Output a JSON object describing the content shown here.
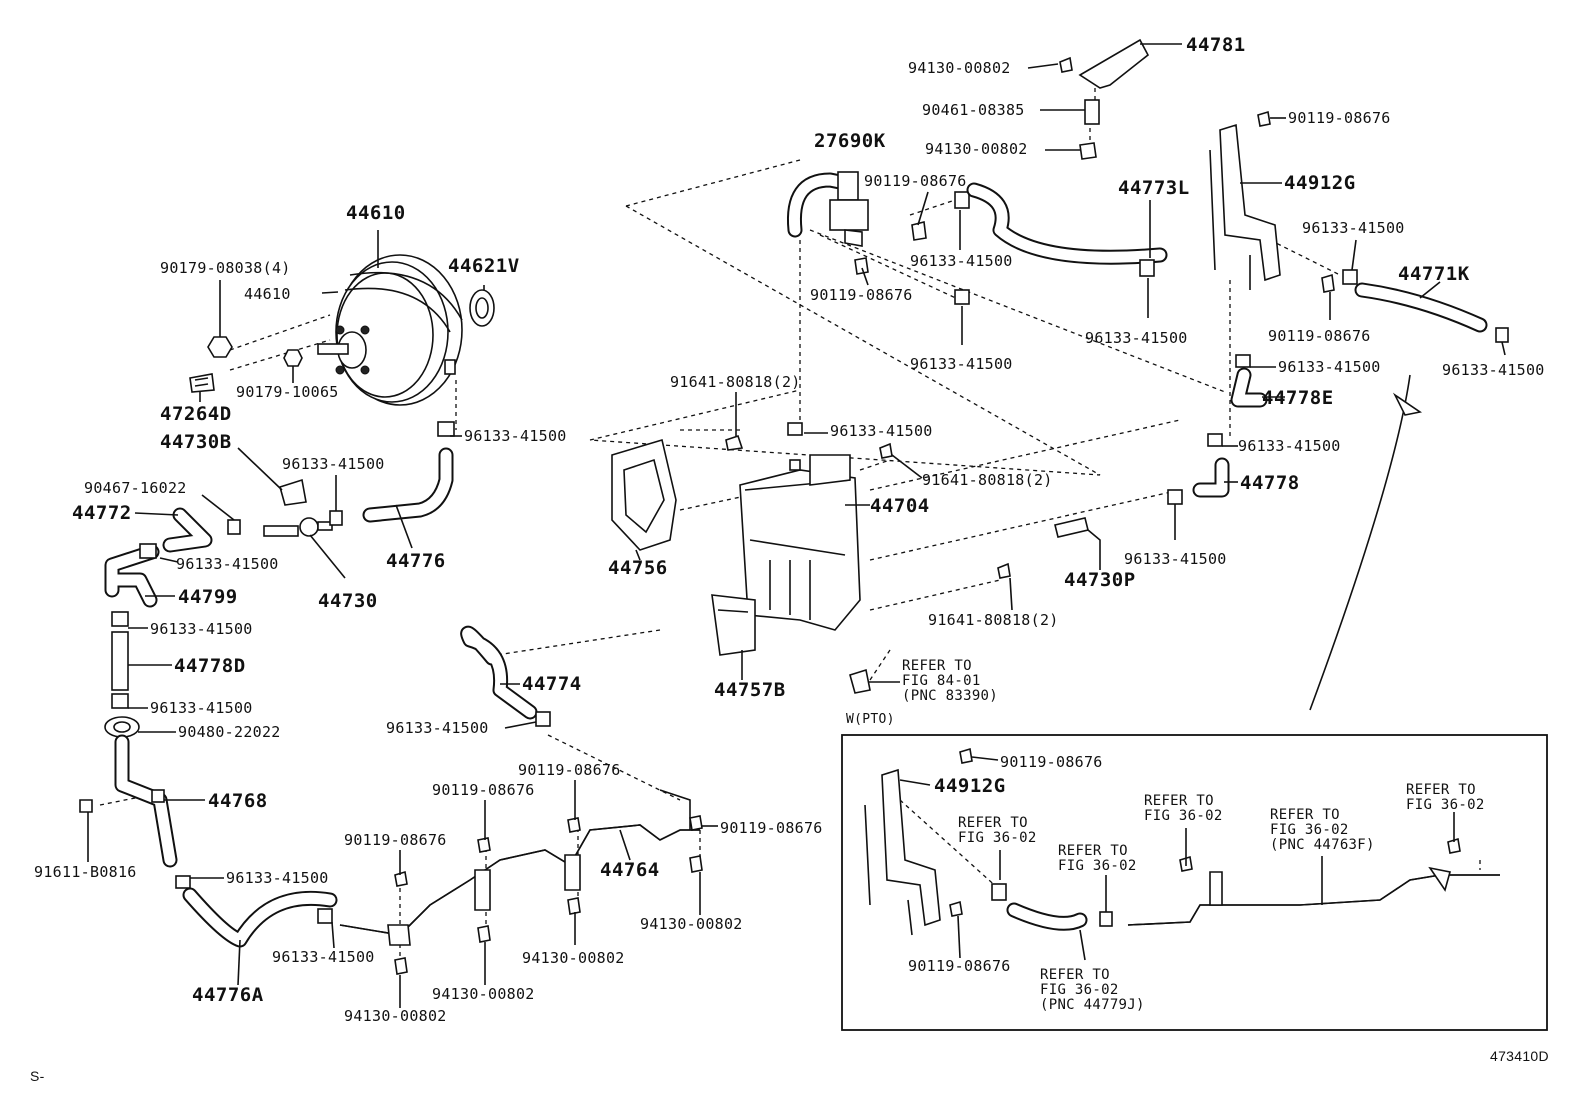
{
  "labels": {
    "l44781": "44781",
    "l94130_a": "94130-00802",
    "l90461": "90461-08385",
    "l94130_b": "94130-00802",
    "l27690K": "27690K",
    "l90119_a": "90119-08676",
    "l44773L": "44773L",
    "l96133_a": "96133-41500",
    "l90119_b": "90119-08676",
    "l96133_b": "96133-41500",
    "l96133_c": "96133-41500",
    "l90119_c": "90119-08676",
    "l44912G": "44912G",
    "l96133_d": "96133-41500",
    "l44771K": "44771K",
    "l90119_d": "90119-08676",
    "l96133_e": "96133-41500",
    "l96133_f": "96133-41500",
    "l44778E": "44778E",
    "l96133_g": "96133-41500",
    "l44778": "44778",
    "l96133_h": "96133-41500",
    "l44730P": "44730P",
    "l91641_c": "91641-80818(2)",
    "l44610": "44610",
    "l44621V": "44621V",
    "l90179_08038": "90179-08038(4)",
    "l44610_b": "44610",
    "l90179_10065": "90179-10065",
    "l47264D": "47264D",
    "l44730B": "44730B",
    "l96133_i": "96133-41500",
    "l96133_j": "96133-41500",
    "l90467": "90467-16022",
    "l44772": "44772",
    "l96133_k": "96133-41500",
    "l44730": "44730",
    "l44776": "44776",
    "l44799": "44799",
    "l96133_l": "96133-41500",
    "l44778D": "44778D",
    "l96133_m": "96133-41500",
    "l90480": "90480-22022",
    "l44768": "44768",
    "l91611": "91611-B0816",
    "l96133_n": "96133-41500",
    "l44776A": "44776A",
    "l91641_a": "91641-80818(2)",
    "l96133_o": "96133-41500",
    "l91641_b": "91641-80818(2)",
    "l44704": "44704",
    "l44756": "44756",
    "l44757B": "44757B",
    "ref_84": "REFER TO\nFIG 84-01\n(PNC 83390)",
    "l_wpto": "W(PTO)",
    "l44774": "44774",
    "l96133_p": "96133-41500",
    "l90119_e": "90119-08676",
    "l90119_f": "90119-08676",
    "l90119_g": "90119-08676",
    "l90119_h": "90119-08676",
    "l44764": "44764",
    "l94130_c": "94130-00802",
    "l96133_q": "96133-41500",
    "l94130_d": "94130-00802",
    "l94130_e": "94130-00802",
    "l94130_f": "94130-00802",
    "i90119_a": "90119-08676",
    "i44912G": "44912G",
    "i90119_b": "90119-08676",
    "ref_a": "REFER TO\nFIG 36-02",
    "ref_b": "REFER TO\nFIG 36-02",
    "ref_c": "REFER TO\nFIG 36-02",
    "ref_d": "REFER TO\nFIG 36-02\n(PNC 44763F)",
    "ref_e": "REFER TO\nFIG 36-02",
    "ref_f": "REFER TO\nFIG 36-02\n(PNC 44779J)",
    "figure_id": "473410D",
    "corner_mark": "S-"
  }
}
